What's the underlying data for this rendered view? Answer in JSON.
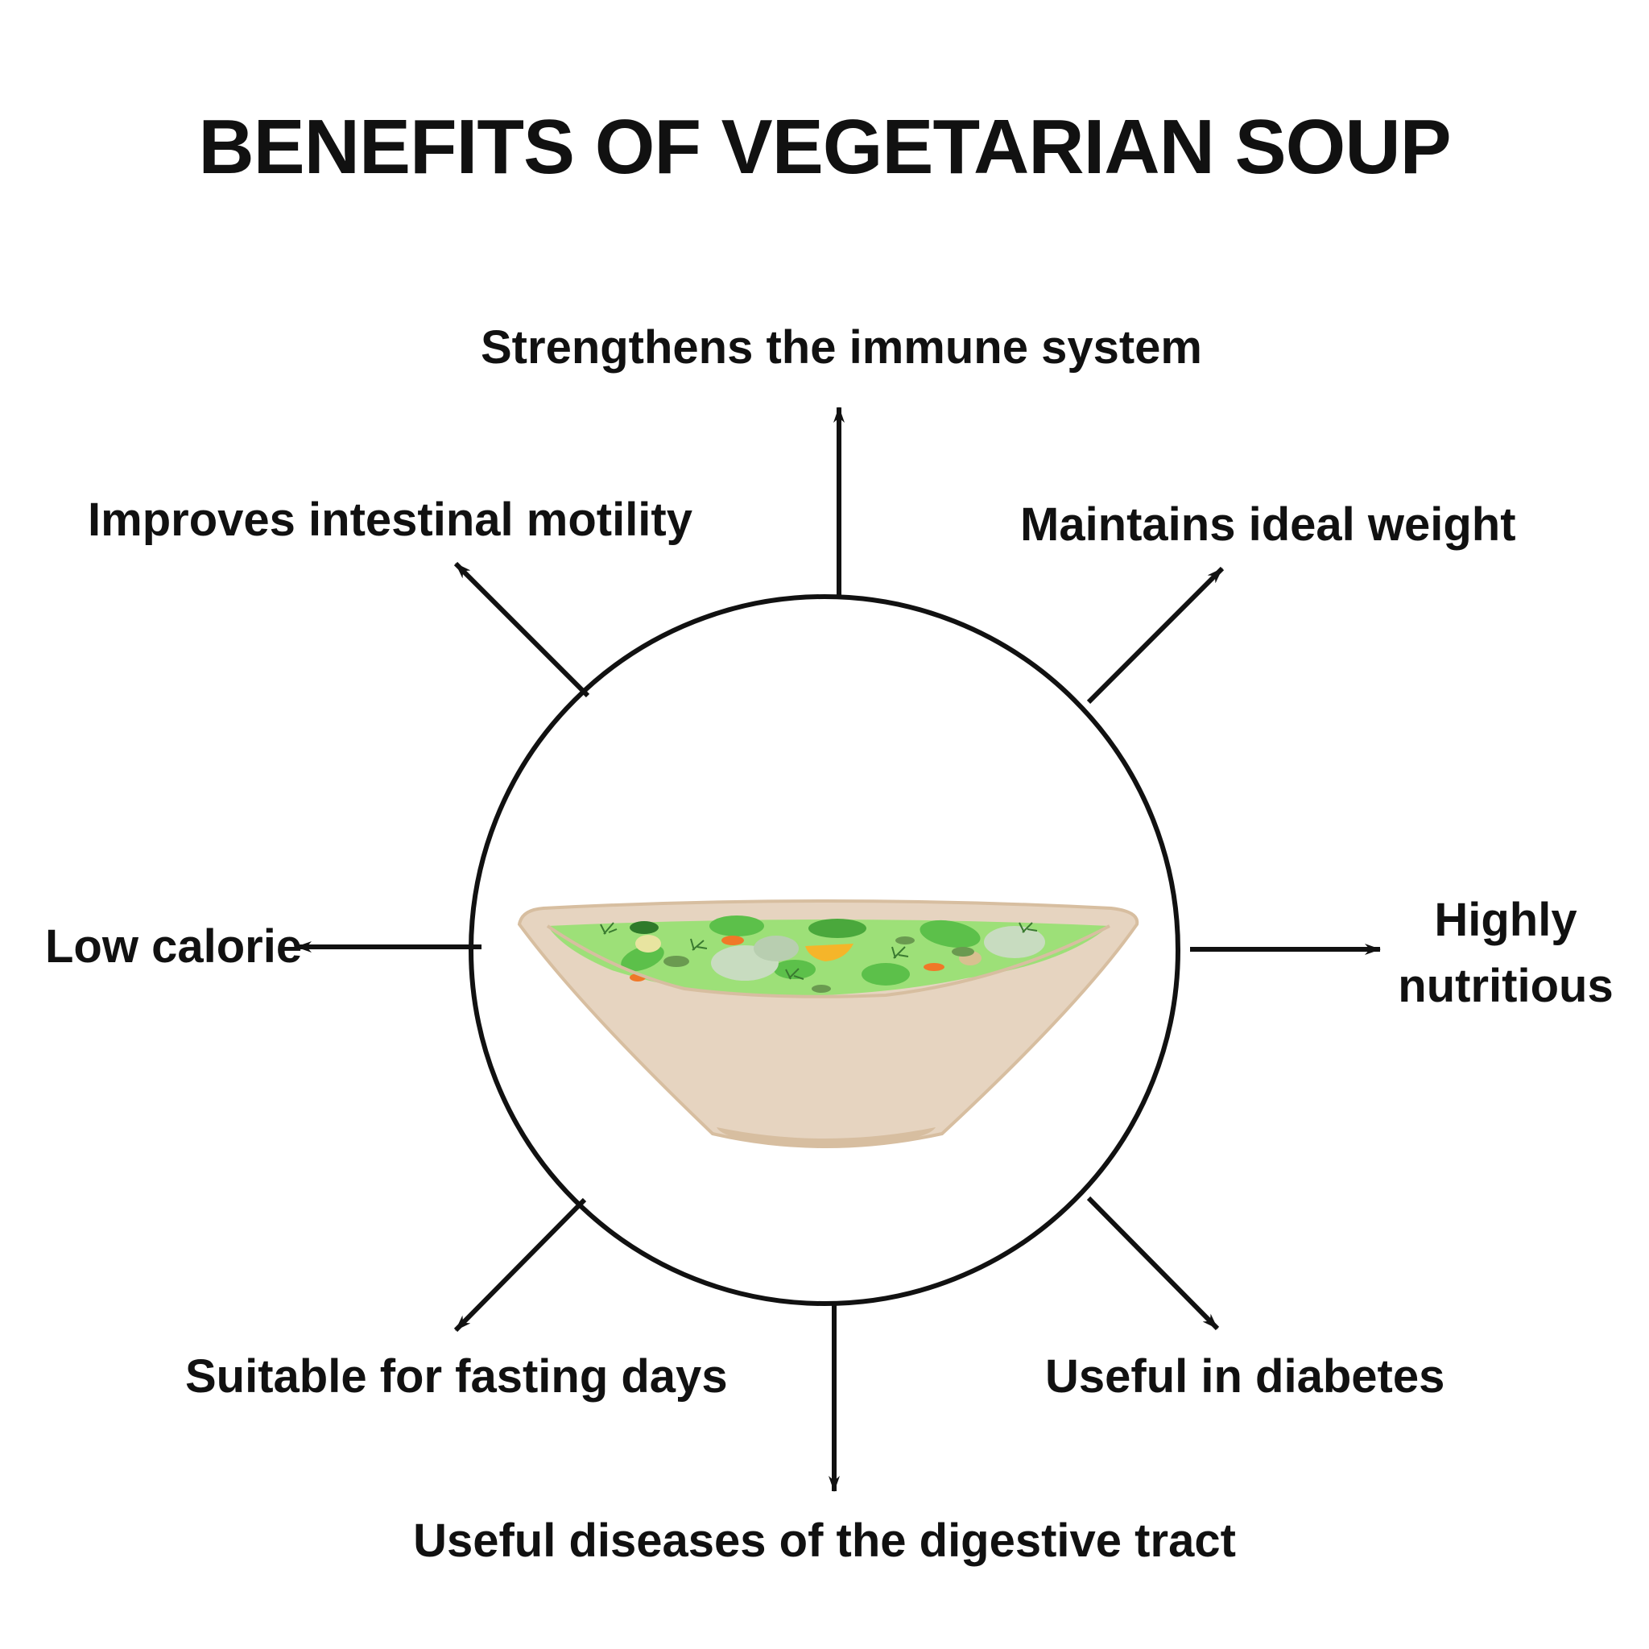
{
  "title": "BENEFITS OF VEGETARIAN SOUP",
  "colors": {
    "bowl": "#e6d4c0",
    "bowl_rim": "#d7bea0",
    "soup": "#9de078",
    "leaf": "#5cc04a",
    "carrot": "#f07828",
    "squash": "#f5b52a",
    "stroke": "#111111"
  },
  "center_image": "vegetarian-soup-bowl",
  "benefits": {
    "top": "Strengthens the immune system",
    "top_right": "Maintains ideal weight",
    "right_line1": "Highly",
    "right_line2": "nutritious",
    "bottom_right": "Useful in diabetes",
    "bottom": "Useful diseases of the digestive tract",
    "bottom_left": "Suitable for fasting days",
    "left": "Low calorie",
    "top_left": "Improves intestinal motility"
  }
}
